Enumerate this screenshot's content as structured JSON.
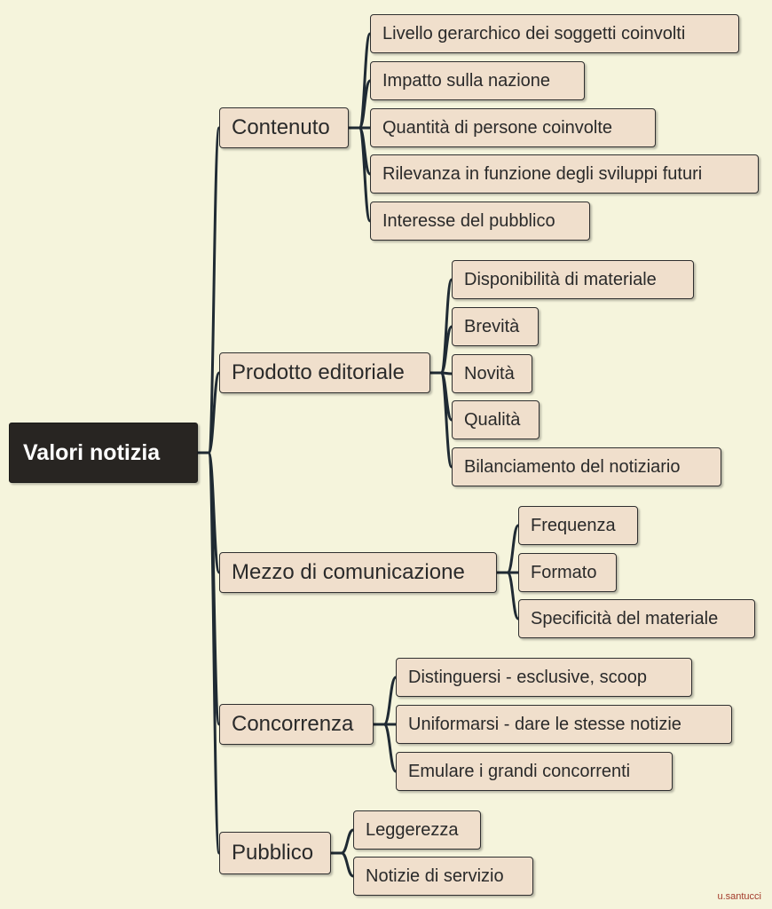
{
  "root": "Valori notizia",
  "branches": [
    {
      "label": "Contenuto",
      "children": [
        "Livello gerarchico dei soggetti coinvolti",
        "Impatto sulla nazione",
        "Quantità di persone coinvolte",
        "Rilevanza in funzione degli sviluppi futuri",
        "Interesse del pubblico"
      ]
    },
    {
      "label": "Prodotto editoriale",
      "children": [
        "Disponibilità di materiale",
        "Brevità",
        "Novità",
        "Qualità",
        "Bilanciamento del notiziario"
      ]
    },
    {
      "label": "Mezzo di comunicazione",
      "children": [
        "Frequenza",
        "Formato",
        "Specificità del materiale"
      ]
    },
    {
      "label": "Concorrenza",
      "children": [
        "Distinguersi - esclusive, scoop",
        "Uniformarsi - dare le stesse notizie",
        "Emulare i grandi concorrenti"
      ]
    },
    {
      "label": "Pubblico",
      "children": [
        "Leggerezza",
        "Notizie di servizio"
      ]
    }
  ],
  "credit": "u.santucci"
}
